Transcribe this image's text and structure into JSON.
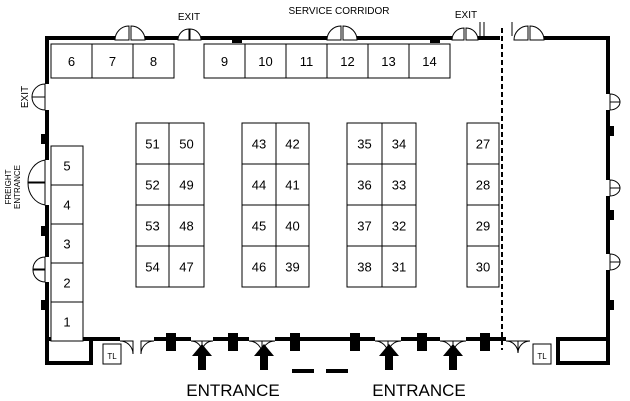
{
  "labels": {
    "service_corridor": "SERVICE CORRIDOR",
    "exit_top_left": "EXIT",
    "exit_top_right": "EXIT",
    "exit_left": "EXIT",
    "freight_line1": "FREIGHT",
    "freight_line2": "ENTRANCE",
    "entrance_left": "ENTRANCE",
    "entrance_right": "ENTRANCE",
    "tl_left": "TL",
    "tl_right": "TL"
  },
  "booths": {
    "top_left": [
      "6",
      "7",
      "8"
    ],
    "top_right": [
      "9",
      "10",
      "11",
      "12",
      "13",
      "14"
    ],
    "left_column": [
      "5",
      "4",
      "3",
      "2",
      "1"
    ],
    "block_a_left": [
      "51",
      "52",
      "53",
      "54"
    ],
    "block_a_right": [
      "50",
      "49",
      "48",
      "47"
    ],
    "block_b_left": [
      "43",
      "44",
      "45",
      "46"
    ],
    "block_b_right": [
      "42",
      "41",
      "40",
      "39"
    ],
    "block_c_left": [
      "35",
      "36",
      "37",
      "38"
    ],
    "block_c_right": [
      "34",
      "33",
      "32",
      "31"
    ],
    "block_d": [
      "27",
      "28",
      "29",
      "30"
    ]
  }
}
